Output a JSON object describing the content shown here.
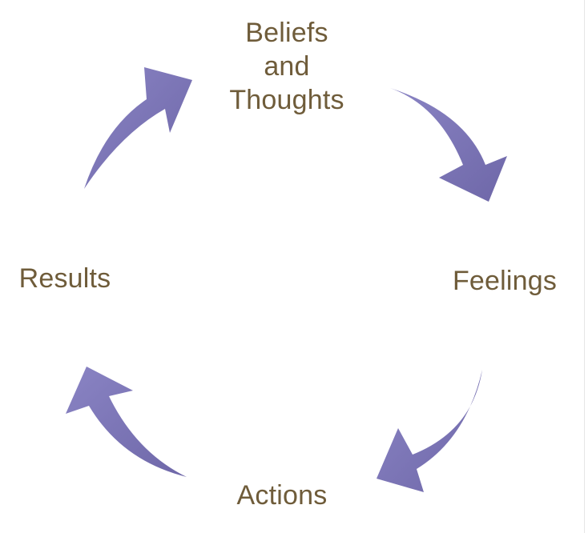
{
  "diagram": {
    "nodes": {
      "beliefs": {
        "line1": "Beliefs",
        "line2": "and",
        "line3": "Thoughts"
      },
      "feelings": {
        "label": "Feelings"
      },
      "actions": {
        "label": "Actions"
      },
      "results": {
        "label": "Results"
      }
    },
    "edges": [
      {
        "from": "Beliefs and Thoughts",
        "to": "Feelings"
      },
      {
        "from": "Feelings",
        "to": "Actions"
      },
      {
        "from": "Actions",
        "to": "Results"
      },
      {
        "from": "Results",
        "to": "Beliefs and Thoughts"
      }
    ],
    "colors": {
      "arrow": "#7d76b8",
      "arrow_shade": "#5f5896",
      "label_text": "#6f5c3a",
      "background": "#ffffff"
    }
  }
}
